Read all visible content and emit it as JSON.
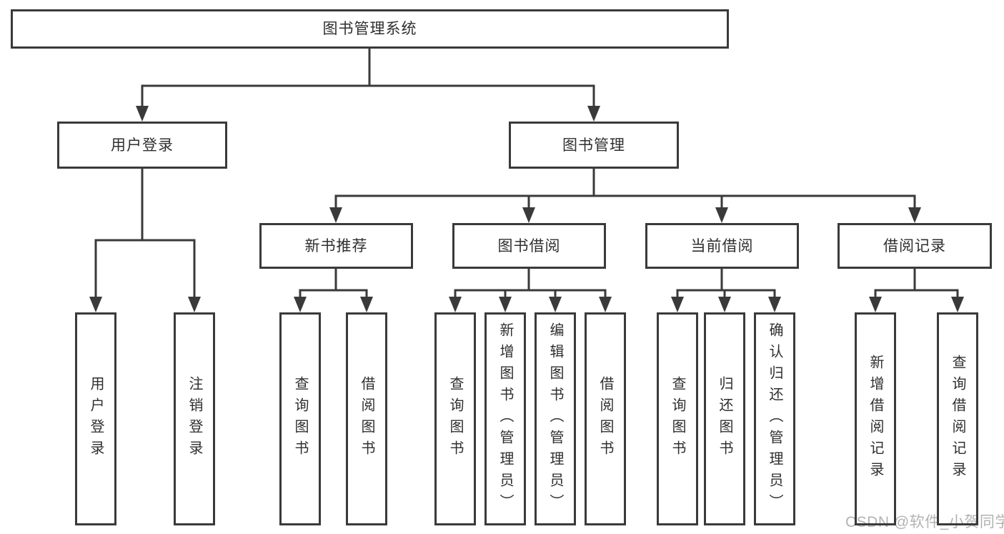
{
  "diagram": {
    "type": "hierarchy-tree",
    "title": "图书管理系统",
    "watermark": "CSDN @软件_小贺同学",
    "colors": {
      "line": "#3a3a3a",
      "box_border": "#3a3a3a",
      "text": "#2f2f2f",
      "background": "#ffffff",
      "watermark": "#b3b3b3"
    },
    "tree": {
      "label": "图书管理系统",
      "children": [
        {
          "label": "用户登录",
          "children": [
            {
              "label": "用户登录"
            },
            {
              "label": "注销登录"
            }
          ]
        },
        {
          "label": "图书管理",
          "children": [
            {
              "label": "新书推荐",
              "children": [
                {
                  "label": "查询图书"
                },
                {
                  "label": "借阅图书"
                }
              ]
            },
            {
              "label": "图书借阅",
              "children": [
                {
                  "label": "查询图书"
                },
                {
                  "label": "新增图书（管理员）"
                },
                {
                  "label": "编辑图书（管理员）"
                },
                {
                  "label": "借阅图书"
                }
              ]
            },
            {
              "label": "当前借阅",
              "children": [
                {
                  "label": "查询图书"
                },
                {
                  "label": "归还图书"
                },
                {
                  "label": "确认归还（管理员）"
                }
              ]
            },
            {
              "label": "借阅记录",
              "children": [
                {
                  "label": "新增借阅记录"
                },
                {
                  "label": "查询借阅记录"
                }
              ]
            }
          ]
        }
      ]
    }
  }
}
